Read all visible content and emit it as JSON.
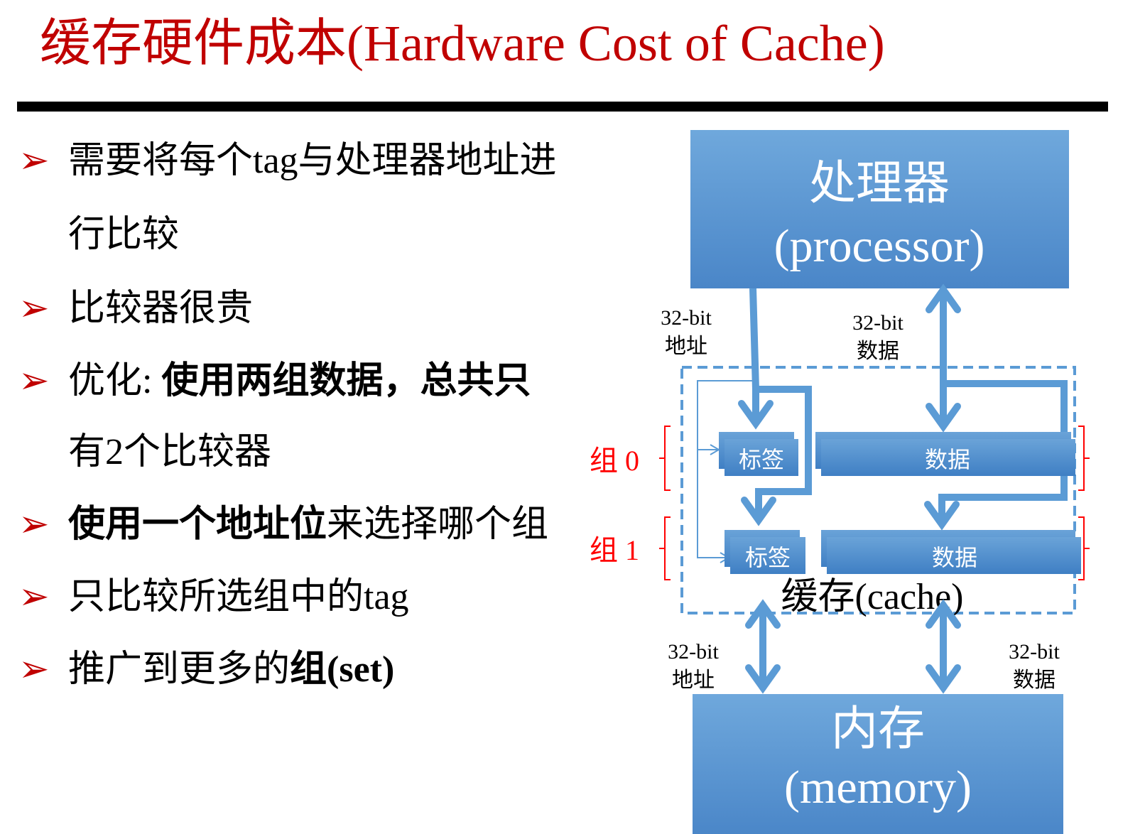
{
  "title": "缓存硬件成本(Hardware Cost of Cache)",
  "bullets": [
    {
      "marker": "➢",
      "line1": "需要将每个tag与处理器地址进",
      "line2": "行比较"
    },
    {
      "marker": "➢",
      "line1": "比较器很贵"
    },
    {
      "marker": "➢",
      "prefix": "优化: ",
      "bold": "使用两组数据，总共只",
      "line2": "有2个比较器"
    },
    {
      "marker": "➢",
      "bold": "使用一个地址位",
      "rest": "来选择哪个组"
    },
    {
      "marker": "➢",
      "line1": "只比较所选组中的tag"
    },
    {
      "marker": "➢",
      "line1": "推广到更多的",
      "bold": "组(set)"
    }
  ],
  "diagram": {
    "processor": {
      "cn": "处理器",
      "en": "(processor)"
    },
    "memory": {
      "cn": "内存",
      "en": "(memory)"
    },
    "cache_label": "缓存(cache)",
    "top_addr": {
      "l1": "32-bit",
      "l2": "地址"
    },
    "top_data": {
      "l1": "32-bit",
      "l2": "数据"
    },
    "bot_addr": {
      "l1": "32-bit",
      "l2": "地址"
    },
    "bot_data": {
      "l1": "32-bit",
      "l2": "数据"
    },
    "set0": {
      "label": "组 0",
      "tag": "标签",
      "data": "数据"
    },
    "set1": {
      "label": "组 1",
      "tag": "标签",
      "data": "数据"
    },
    "colors": {
      "box": "#5b9bd5",
      "arrow": "#5b9bd5",
      "red": "#ff0000",
      "title": "#c00000"
    }
  }
}
